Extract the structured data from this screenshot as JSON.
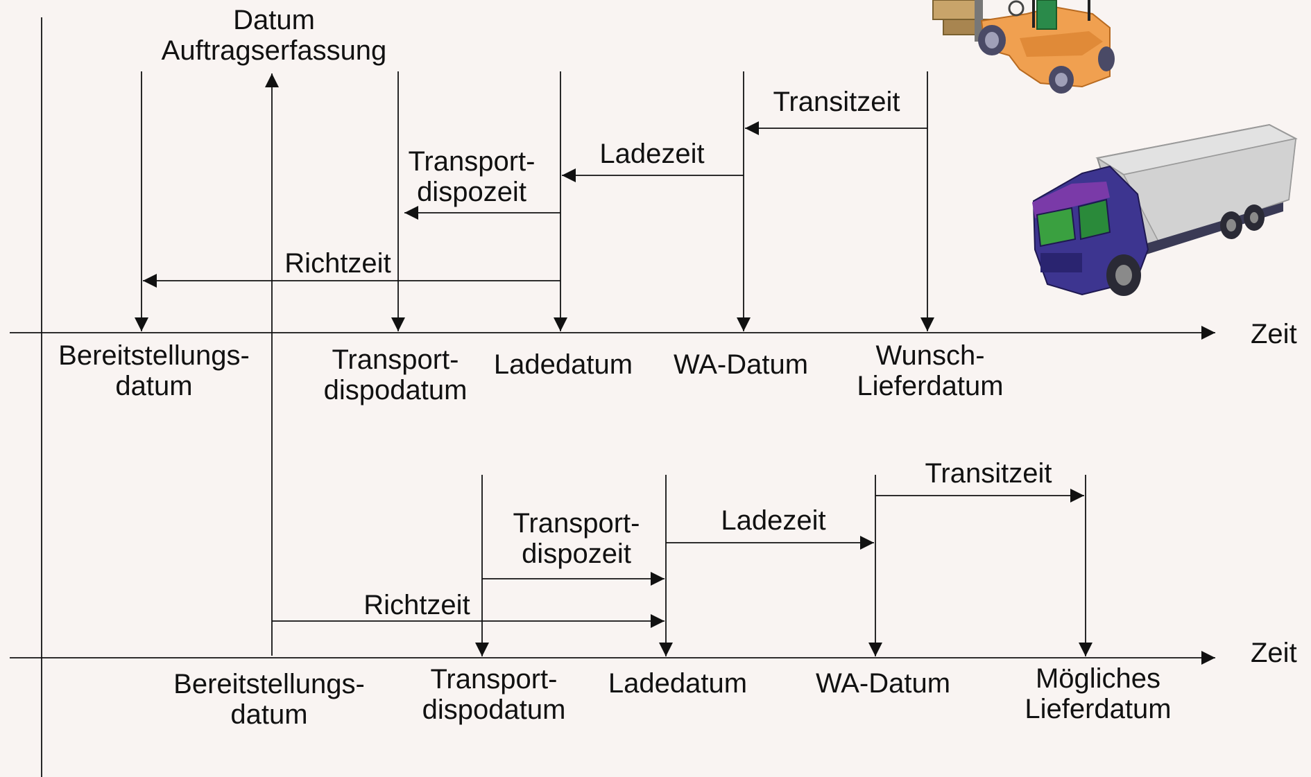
{
  "top_section": {
    "order_entry": {
      "line1": "Datum",
      "line2": "Auftragserfassung"
    },
    "axis_label": "Zeit",
    "durations": {
      "transit": "Transitzeit",
      "loading": "Ladezeit",
      "dispo": {
        "line1": "Transport-",
        "line2": "dispozeit"
      },
      "richt": "Richtzeit"
    },
    "dates": {
      "provision": {
        "line1": "Bereitstellungs-",
        "line2": "datum"
      },
      "transport": {
        "line1": "Transport-",
        "line2": "dispodatum"
      },
      "loading": "Ladedatum",
      "goods_issue": "WA-Datum",
      "desired": {
        "line1": "Wunsch-",
        "line2": "Lieferdatum"
      }
    }
  },
  "bottom_section": {
    "axis_label": "Zeit",
    "durations": {
      "transit": "Transitzeit",
      "loading": "Ladezeit",
      "dispo": {
        "line1": "Transport-",
        "line2": "dispozeit"
      },
      "richt": "Richtzeit"
    },
    "dates": {
      "provision": {
        "line1": "Bereitstellungs-",
        "line2": "datum"
      },
      "transport": {
        "line1": "Transport-",
        "line2": "dispodatum"
      },
      "loading": "Ladedatum",
      "goods_issue": "WA-Datum",
      "possible": {
        "line1": "Mögliches",
        "line2": "Lieferdatum"
      }
    }
  },
  "colors": {
    "background": "#f9f4f2",
    "ink": "#111111",
    "forklift": "#f0a050",
    "truck_cab": "#3d3590",
    "truck_cargo": "#c9c9c9"
  },
  "icons": [
    "forklift-icon",
    "truck-icon"
  ]
}
